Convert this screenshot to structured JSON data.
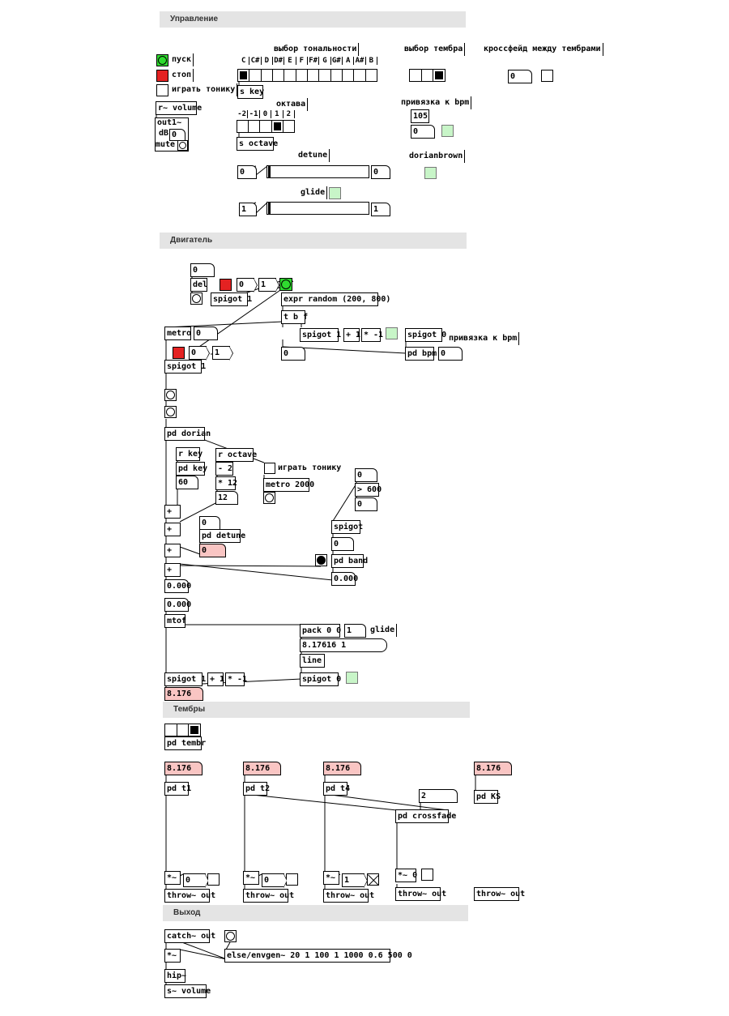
{
  "sections": {
    "control": "Управление",
    "engine": "Двигатель",
    "timbres": "Тембры",
    "output": "Выход"
  },
  "control": {
    "start": "пуск",
    "stop": "стоп",
    "play_tonic": "играть тонику",
    "r_volume": "r~ volume",
    "out1": "out1~",
    "db": "dB",
    "db_val": "0",
    "mute": "mute",
    "key_title": "выбор тональности",
    "keys": [
      "C",
      "C#",
      "D",
      "D#",
      "E",
      "F",
      "F#",
      "G",
      "G#",
      "A",
      "A#",
      "B"
    ],
    "s_key": "s key",
    "octave_title": "октава",
    "octaves": [
      "-2",
      "-1",
      "0",
      "1",
      "2"
    ],
    "s_octave": "s octave",
    "detune_title": "detune",
    "detune_left": "0",
    "detune_right": "0",
    "glide_title": "glide",
    "glide_left": "1",
    "glide_right": "1",
    "timbre_title": "выбор тембра",
    "bpm_title": "привязка к bpm",
    "bpm_val": "105",
    "bpm_num": "0",
    "dorian": "dorianbrown",
    "crossfade_title": "кроссфейд между тембрами",
    "crossfade_val": "0"
  },
  "engine": {
    "n0": "0",
    "del": "del",
    "spigot1a": "spigot 1",
    "m0": "0",
    "m1": "1",
    "expr": "expr random (200, 800)",
    "tbf": "t b f",
    "metro": "metro",
    "metro_val": "0",
    "spigot1b": "spigot 1",
    "plus1": "+ 1",
    "mul_m1": "* -1",
    "spigot0a": "spigot 0",
    "bpm_label": "привязка к bpm",
    "m0b": "0",
    "m1b": "1",
    "spigot1c": "spigot 1",
    "n0c": "0",
    "pd_bpm": "pd bpm",
    "n0d": "0",
    "pd_dorian": "pd dorian",
    "r_key": "r key",
    "pd_key": "pd key",
    "n60": "60",
    "r_octave": "r octave",
    "minus2": "- 2",
    "mul12": "* 12",
    "n12": "12",
    "play_tonic": "играть тонику",
    "metro2000": "metro 2000",
    "n0e": "0",
    "gt600": "> 600",
    "n0f": "0",
    "spigot": "spigot",
    "n0g": "0",
    "pd_band": "pd band",
    "band_val": "0.000",
    "plus": "+",
    "n0h": "0",
    "pd_detune": "pd detune",
    "detune_out": "0",
    "sum_val": "0.000",
    "freq_val": "0.000",
    "mtof": "mtof",
    "pack": "pack 0 0",
    "pack_n": "1",
    "glide": "glide",
    "msg_line": "8.17616 1",
    "line": "line",
    "spigot1d": "spigot 1",
    "plus1b": "+ 1",
    "mul_m1b": "* -1",
    "spigot0b": "spigot 0",
    "out_val": "8.176"
  },
  "timbres": {
    "pd_tembr": "pd tembr",
    "v1": "8.176",
    "v2": "8.176",
    "v3": "8.176",
    "v4": "8.176",
    "t1": "pd t1",
    "t2": "pd t2",
    "t4": "pd t4",
    "ks": "pd KS",
    "cross_n": "2",
    "crossfade": "pd crossfade",
    "mul": "*~",
    "g1": "0",
    "g2": "0",
    "g3": "1",
    "g4": "0",
    "throw": "throw~ out"
  },
  "output": {
    "catch": "catch~ out",
    "mul": "*~",
    "envgen": "else/envgen~ 20 1 100 1 1000 0.6 500 0",
    "hip": "hip~",
    "s_volume": "s~ volume"
  }
}
